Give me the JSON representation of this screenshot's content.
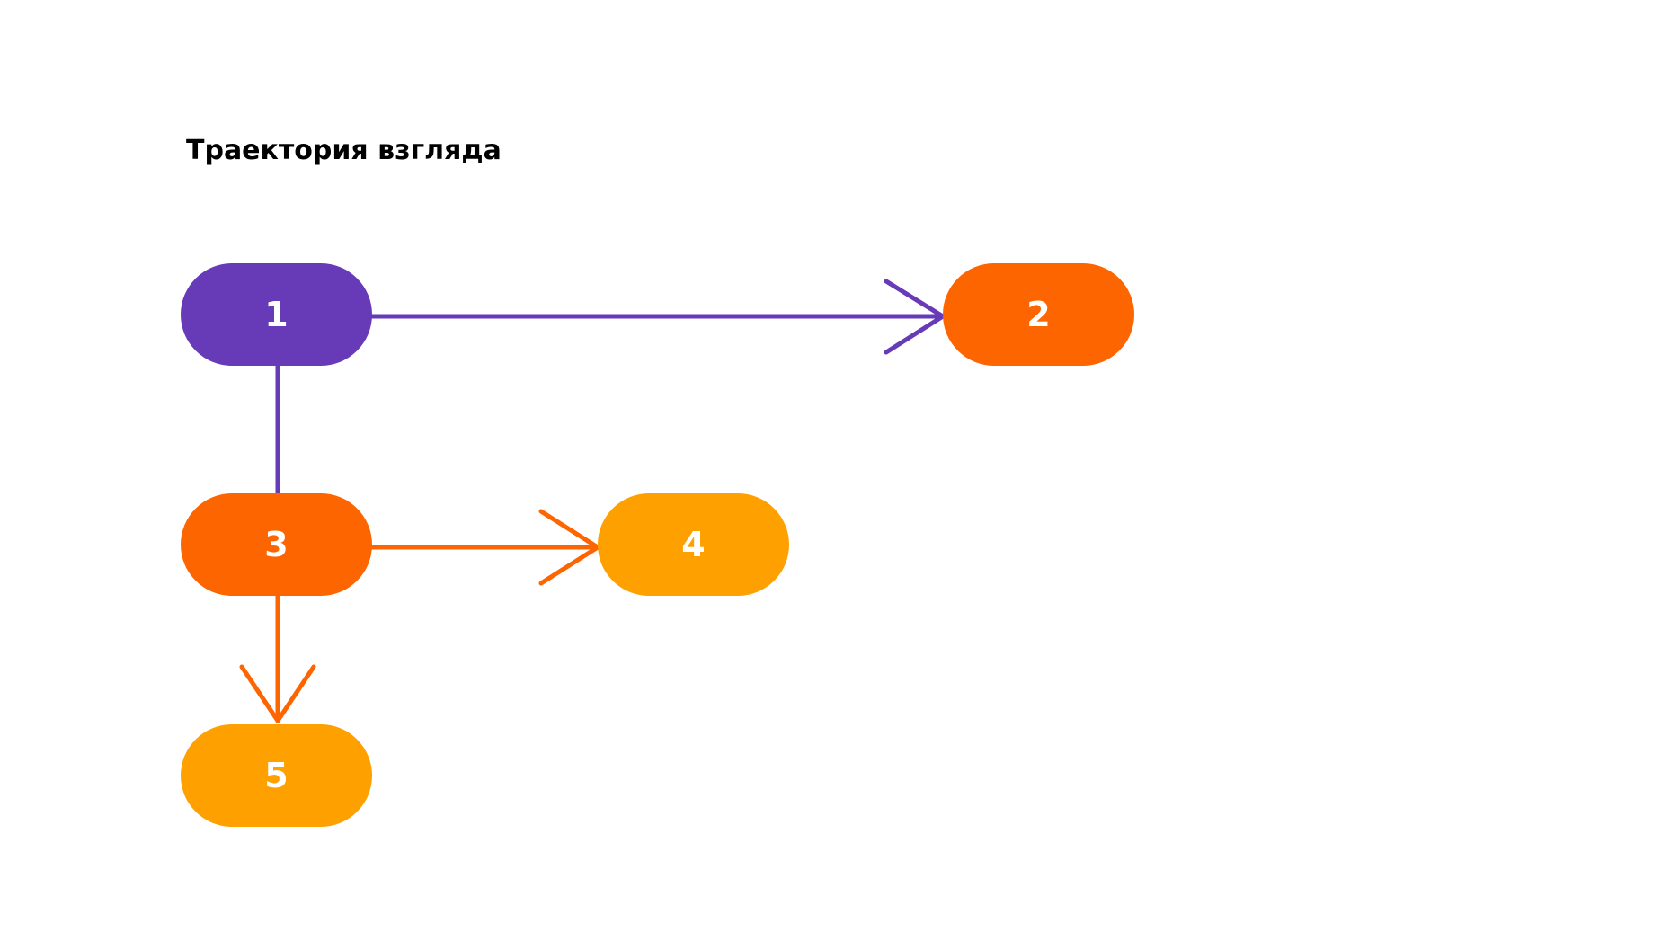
{
  "title": "Траектория взгляда",
  "colors": {
    "purple": "#673ab7",
    "orange": "#fc6500",
    "amber": "#fea000"
  },
  "nodes": [
    {
      "id": "1",
      "label": "1",
      "color": "#673ab7"
    },
    {
      "id": "2",
      "label": "2",
      "color": "#fc6500"
    },
    {
      "id": "3",
      "label": "3",
      "color": "#fc6500"
    },
    {
      "id": "4",
      "label": "4",
      "color": "#fea000"
    },
    {
      "id": "5",
      "label": "5",
      "color": "#fea000"
    }
  ],
  "edges": [
    {
      "from": "1",
      "to": "2",
      "arrow": true,
      "color": "#673ab7"
    },
    {
      "from": "1",
      "to": "3",
      "arrow": false,
      "color": "#673ab7"
    },
    {
      "from": "3",
      "to": "4",
      "arrow": true,
      "color": "#fc6500"
    },
    {
      "from": "3",
      "to": "5",
      "arrow": true,
      "color": "#fc6500"
    }
  ]
}
